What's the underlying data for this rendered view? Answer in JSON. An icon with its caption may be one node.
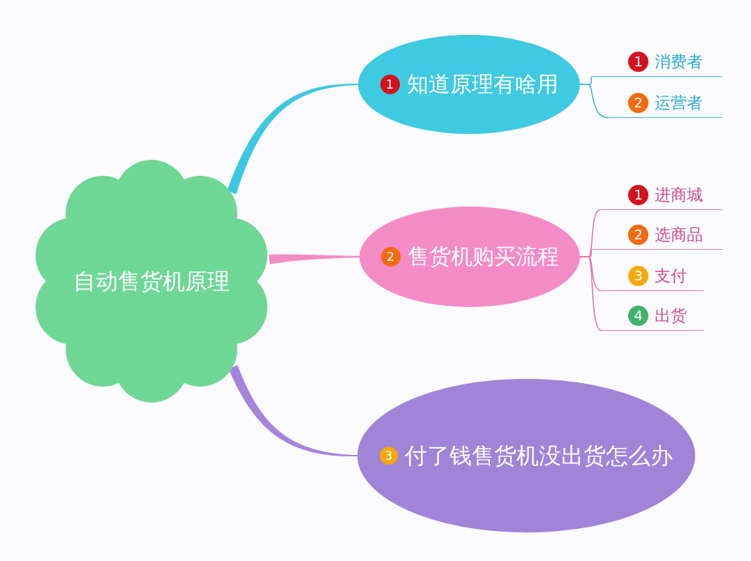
{
  "diagram": {
    "nodes": [
      {
        "text": [
          "自动售货机原理"
        ]
      },
      {
        "text": [
          "1",
          "知道原理有啥用"
        ]
      },
      {
        "text": [
          "1",
          "消费者"
        ]
      },
      {
        "text": [
          "2",
          "运营者"
        ]
      },
      {
        "text": [
          "2",
          "售货机购买流程"
        ]
      },
      {
        "text": [
          "1",
          "进商城"
        ]
      },
      {
        "text": [
          "2",
          "选商品"
        ]
      },
      {
        "text": [
          "3",
          "支付"
        ]
      },
      {
        "text": [
          "4",
          "出货"
        ]
      },
      {
        "text": [
          "3",
          "付了钱售货机没出货怎么办"
        ]
      }
    ],
    "edges": [
      {
        "from": 0,
        "to": 1,
        "arrow": "none",
        "style": "thick",
        "color": "#3cc8e0"
      },
      {
        "from": 1,
        "to": 2,
        "arrow": "none",
        "color": "#3ab8d4"
      },
      {
        "from": 1,
        "to": 3,
        "arrow": "none",
        "color": "#3ab8d4"
      },
      {
        "from": 0,
        "to": 4,
        "arrow": "none",
        "style": "thick",
        "color": "#f38bc6"
      },
      {
        "from": 4,
        "to": 5,
        "arrow": "none",
        "color": "#e472a6"
      },
      {
        "from": 4,
        "to": 6,
        "arrow": "none",
        "color": "#e472a6"
      },
      {
        "from": 4,
        "to": 7,
        "arrow": "none",
        "color": "#e472a6"
      },
      {
        "from": 4,
        "to": 8,
        "arrow": "none",
        "color": "#e472a6"
      },
      {
        "from": 0,
        "to": 9,
        "arrow": "none",
        "style": "thick",
        "color": "#a584dc"
      }
    ]
  }
}
